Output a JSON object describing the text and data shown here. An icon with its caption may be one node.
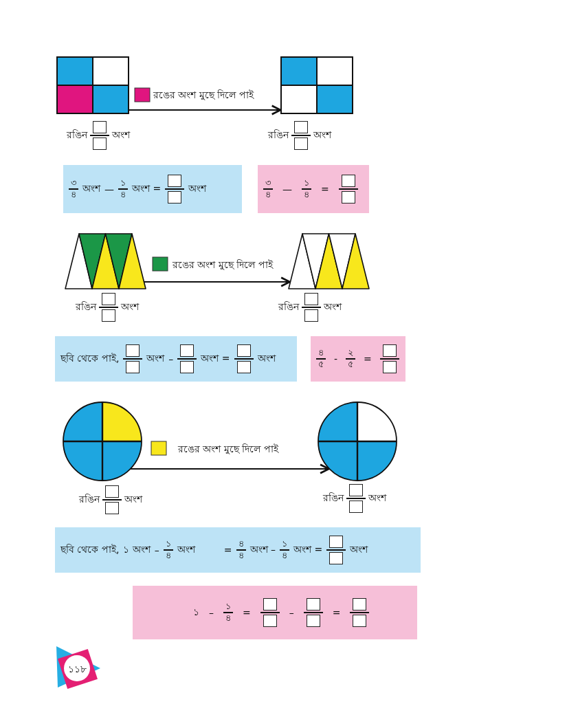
{
  "diagram": {
    "nodes": [
      {
        "text": [],
        "shape": "square",
        "beside": [
          "রঙিন",
          "অংশ"
        ]
      },
      {
        "text": [],
        "shape": "square",
        "beside": [
          "রঙিন",
          "অংশ"
        ]
      },
      {
        "text": [
          "৩",
          "৪",
          "অংশ",
          "—",
          "১",
          "৪",
          "অংশ =",
          "অংশ"
        ]
      },
      {
        "text": [
          "৩",
          "৪",
          "—",
          "১",
          "৪",
          "="
        ]
      },
      {
        "text": [],
        "shape": "trapezoid",
        "beside": [
          "রঙিন",
          "অংশ"
        ]
      },
      {
        "text": [],
        "shape": "trapezoid",
        "beside": [
          "রঙিন",
          "অংশ"
        ]
      },
      {
        "text": [
          "ছবি থেকে পাই,",
          "অংশ",
          "–",
          "অংশ =",
          "অংশ"
        ]
      },
      {
        "text": [
          "৪",
          "৫",
          "-",
          "২",
          "৫",
          "="
        ]
      },
      {
        "text": [],
        "shape": "circle",
        "beside": [
          "রঙিন",
          "অংশ"
        ]
      },
      {
        "text": [],
        "shape": "circle",
        "beside": [
          "রঙিন",
          "অংশ"
        ]
      },
      {
        "text": [
          "ছবি থেকে পাই,",
          "১ অংশ",
          "–",
          "১",
          "৪",
          "অংশ",
          "=",
          "৪",
          "৪",
          "অংশ –",
          "১",
          "৪",
          "অংশ =",
          "অংশ"
        ]
      },
      {
        "text": [
          "১",
          "–",
          "১",
          "৪",
          "=",
          "–",
          "="
        ]
      }
    ],
    "edges": [
      {
        "from": 0,
        "to": 1,
        "arrow": "to",
        "label": "রঙের অংশ মুছে দিলে পাই"
      },
      {
        "from": 4,
        "to": 5,
        "arrow": "to",
        "label": "রঙের অংশ মুছে দিলে পাই"
      },
      {
        "from": 8,
        "to": 9,
        "arrow": "to",
        "label": "রঙের অংশ মুছে দিলে পাই"
      }
    ],
    "labels": [
      "১১৮"
    ]
  }
}
